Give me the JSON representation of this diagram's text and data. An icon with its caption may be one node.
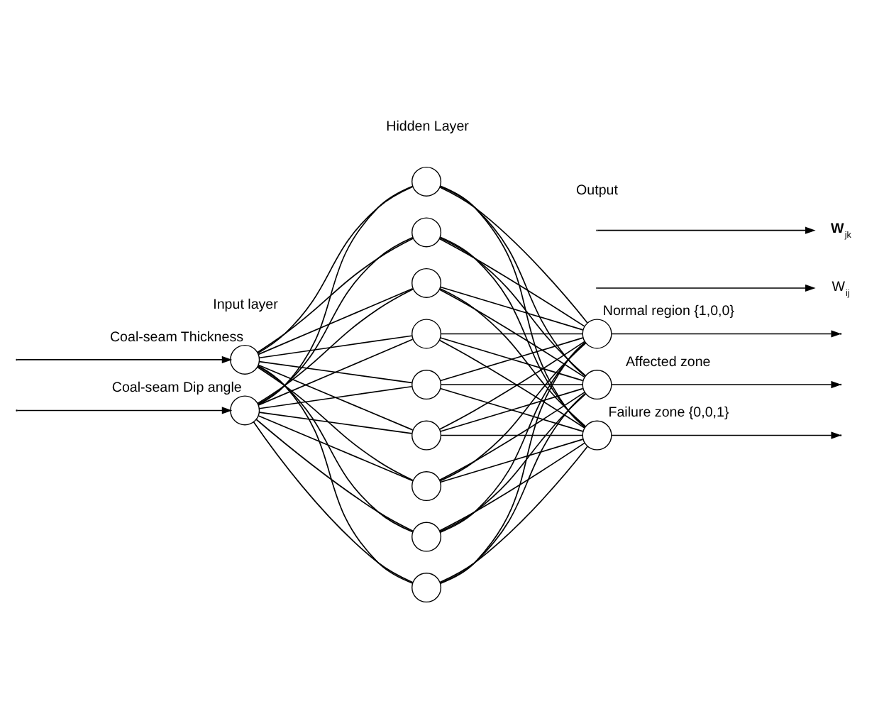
{
  "diagram": {
    "nodes": [
      {
        "text": [],
        "shape": "circle",
        "beside": [
          "Coal-seam Thickness"
        ]
      },
      {
        "text": [],
        "shape": "circle",
        "beside": [
          "Coal-seam Dip angle"
        ]
      },
      {
        "text": [],
        "shape": "circle"
      },
      {
        "text": [],
        "shape": "circle"
      },
      {
        "text": [],
        "shape": "circle"
      },
      {
        "text": [],
        "shape": "circle"
      },
      {
        "text": [],
        "shape": "circle"
      },
      {
        "text": [],
        "shape": "circle"
      },
      {
        "text": [],
        "shape": "circle"
      },
      {
        "text": [],
        "shape": "circle"
      },
      {
        "text": [],
        "shape": "circle"
      },
      {
        "text": [],
        "shape": "circle",
        "beside": [
          "Normal region {1,0,0}"
        ]
      },
      {
        "text": [],
        "shape": "circle",
        "beside": [
          "Affected zone"
        ]
      },
      {
        "text": [],
        "shape": "circle",
        "beside": [
          "Failure zone {0,0,1}"
        ]
      },
      {
        "text": [
          "**W**$_{jk}$"
        ]
      },
      {
        "text": [
          "W$_{ij}$"
        ]
      }
    ],
    "edges": [
      {
        "from": null,
        "to": 0,
        "arrow": "to"
      },
      {
        "from": null,
        "to": 1,
        "arrow": "to"
      },
      {
        "from": 0,
        "to": 2,
        "arrow": "none"
      },
      {
        "from": 0,
        "to": 3,
        "arrow": "none"
      },
      {
        "from": 0,
        "to": 4,
        "arrow": "none"
      },
      {
        "from": 0,
        "to": 5,
        "arrow": "none"
      },
      {
        "from": 0,
        "to": 6,
        "arrow": "none"
      },
      {
        "from": 0,
        "to": 7,
        "arrow": "none"
      },
      {
        "from": 0,
        "to": 8,
        "arrow": "none"
      },
      {
        "from": 0,
        "to": 9,
        "arrow": "none"
      },
      {
        "from": 0,
        "to": 10,
        "arrow": "none"
      },
      {
        "from": 1,
        "to": 2,
        "arrow": "none"
      },
      {
        "from": 1,
        "to": 3,
        "arrow": "none"
      },
      {
        "from": 1,
        "to": 4,
        "arrow": "none"
      },
      {
        "from": 1,
        "to": 5,
        "arrow": "none"
      },
      {
        "from": 1,
        "to": 6,
        "arrow": "none"
      },
      {
        "from": 1,
        "to": 7,
        "arrow": "none"
      },
      {
        "from": 1,
        "to": 8,
        "arrow": "none"
      },
      {
        "from": 1,
        "to": 9,
        "arrow": "none"
      },
      {
        "from": 1,
        "to": 10,
        "arrow": "none"
      },
      {
        "from": 2,
        "to": 11,
        "arrow": "none"
      },
      {
        "from": 2,
        "to": 12,
        "arrow": "none"
      },
      {
        "from": 2,
        "to": 13,
        "arrow": "none"
      },
      {
        "from": 3,
        "to": 11,
        "arrow": "none"
      },
      {
        "from": 3,
        "to": 12,
        "arrow": "none"
      },
      {
        "from": 3,
        "to": 13,
        "arrow": "none"
      },
      {
        "from": 4,
        "to": 11,
        "arrow": "none"
      },
      {
        "from": 4,
        "to": 12,
        "arrow": "none"
      },
      {
        "from": 4,
        "to": 13,
        "arrow": "none"
      },
      {
        "from": 5,
        "to": 11,
        "arrow": "none"
      },
      {
        "from": 5,
        "to": 12,
        "arrow": "none"
      },
      {
        "from": 5,
        "to": 13,
        "arrow": "none"
      },
      {
        "from": 6,
        "to": 11,
        "arrow": "none"
      },
      {
        "from": 6,
        "to": 12,
        "arrow": "none"
      },
      {
        "from": 6,
        "to": 13,
        "arrow": "none"
      },
      {
        "from": 7,
        "to": 11,
        "arrow": "none"
      },
      {
        "from": 7,
        "to": 12,
        "arrow": "none"
      },
      {
        "from": 7,
        "to": 13,
        "arrow": "none"
      },
      {
        "from": 8,
        "to": 11,
        "arrow": "none"
      },
      {
        "from": 8,
        "to": 12,
        "arrow": "none"
      },
      {
        "from": 8,
        "to": 13,
        "arrow": "none"
      },
      {
        "from": 9,
        "to": 11,
        "arrow": "none"
      },
      {
        "from": 9,
        "to": 12,
        "arrow": "none"
      },
      {
        "from": 9,
        "to": 13,
        "arrow": "none"
      },
      {
        "from": 10,
        "to": 11,
        "arrow": "none"
      },
      {
        "from": 10,
        "to": 12,
        "arrow": "none"
      },
      {
        "from": 10,
        "to": 13,
        "arrow": "none"
      },
      {
        "from": 11,
        "to": null,
        "arrow": "to"
      },
      {
        "from": 12,
        "to": null,
        "arrow": "to"
      },
      {
        "from": 13,
        "to": null,
        "arrow": "to"
      },
      {
        "from": null,
        "to": 14,
        "arrow": "to"
      },
      {
        "from": null,
        "to": 15,
        "arrow": "to"
      }
    ],
    "labels": [
      "Input layer",
      "Hidden Layer",
      "Output"
    ]
  }
}
